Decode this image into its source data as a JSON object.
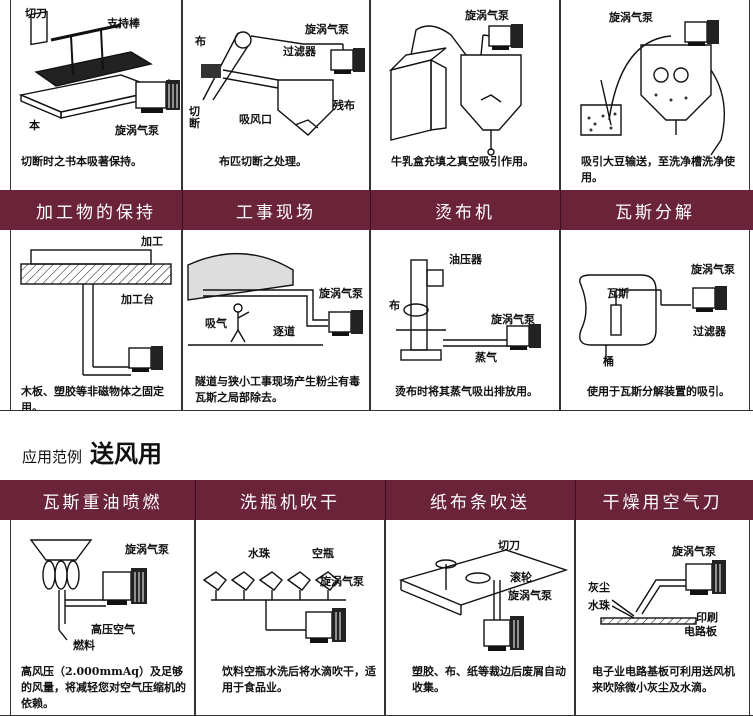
{
  "row1": [
    {
      "labels": [
        "切刀",
        "支持棒",
        "本",
        "旋涡气泵"
      ],
      "caption": "切断时之书本吸著保持。"
    },
    {
      "labels": [
        "布",
        "过滤器",
        "旋涡气泵",
        "切断",
        "吸风口",
        "残布"
      ],
      "caption": "布匹切断之处理。"
    },
    {
      "labels": [
        "旋涡气泵"
      ],
      "caption": "牛乳盒充填之真空吸引作用。"
    },
    {
      "labels": [
        "旋涡气泵"
      ],
      "caption": "吸引大豆输送，至洗净槽洗净使用。"
    }
  ],
  "band1": [
    "加工物的保持",
    "工事现场",
    "烫布机",
    "瓦斯分解"
  ],
  "row2": [
    {
      "labels": [
        "加工",
        "加工台"
      ],
      "caption": "木板、塑胶等非磁物体之固定用。"
    },
    {
      "labels": [
        "旋涡气泵",
        "吸气",
        "逐道"
      ],
      "caption": "隧道与狭小工事现场产生粉尘有毒瓦斯之局部除去。"
    },
    {
      "labels": [
        "油压器",
        "布",
        "旋涡气泵",
        "蒸气"
      ],
      "caption": "烫布时将其蒸气吸出排放用。"
    },
    {
      "labels": [
        "旋涡气泵",
        "瓦斯",
        "过滤器",
        "桶"
      ],
      "caption": "使用于瓦斯分解装置的吸引。"
    }
  ],
  "section": {
    "prefix": "应用范例",
    "title": "送风用"
  },
  "band2": [
    "瓦斯重油喷燃",
    "洗瓶机吹干",
    "纸布条吹送",
    "干燥用空气刀"
  ],
  "row3": [
    {
      "labels": [
        "旋涡气泵",
        "高压空气",
        "燃料"
      ],
      "caption": "高风压（2.000mmAq）及足够的风量，将减轻您对空气压缩机的依赖。"
    },
    {
      "labels": [
        "水珠",
        "空瓶",
        "旋涡气泵"
      ],
      "caption": "饮料空瓶水洗后将水滴吹干，适用于食品业。"
    },
    {
      "labels": [
        "切刀",
        "滚轮",
        "旋涡气泵"
      ],
      "caption": "塑胶、布、纸等裁边后废屑自动收集。"
    },
    {
      "labels": [
        "旋涡气泵",
        "灰尘",
        "水珠",
        "印刷",
        "电路板"
      ],
      "caption": "电子业电路基板可利用送风机来吹除微小灰尘及水滴。"
    }
  ]
}
